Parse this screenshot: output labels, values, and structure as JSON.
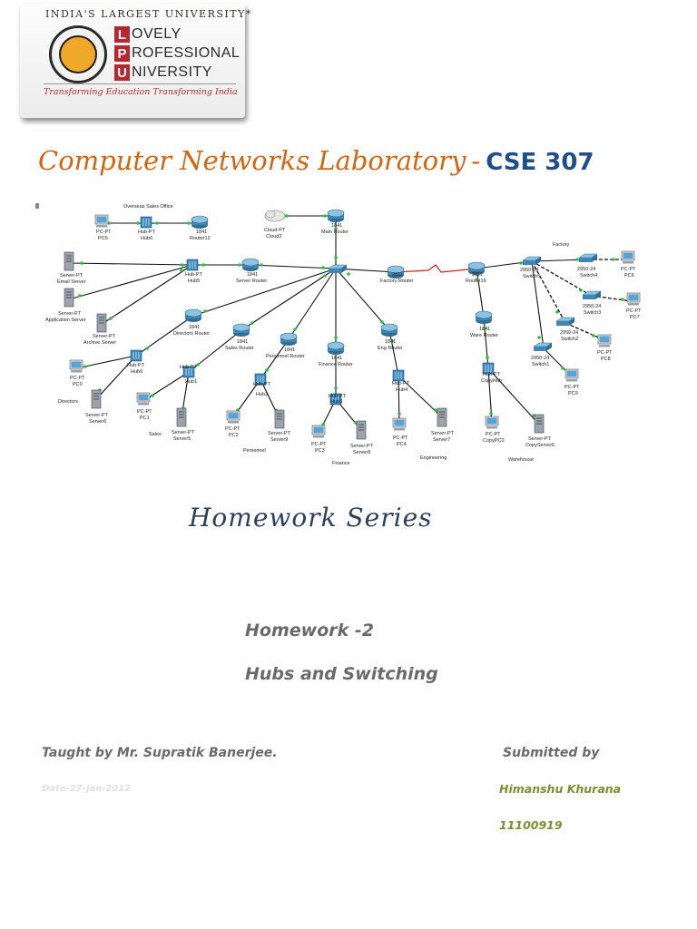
{
  "logo": {
    "tagline_top": "INDIA'S LARGEST UNIVERSITY*",
    "rows": [
      {
        "cap": "L",
        "rest": "OVELY"
      },
      {
        "cap": "P",
        "rest": "ROFESSIONAL"
      },
      {
        "cap": "U",
        "rest": "NIVERSITY"
      }
    ],
    "tagline_bottom": "Transforming Education Transforming India",
    "brand_red": "#b8272f"
  },
  "title": {
    "script_text": "Computer Networks Laboratory",
    "dash": "-",
    "course_code": "CSE 307",
    "script_color": "#d46410",
    "course_color": "#1f4f8a"
  },
  "diagram": {
    "groups": {
      "overseas": "Overseas Sales Office",
      "factory": "Factory",
      "directors": "Directors",
      "sales": "Sales",
      "personnel": "Personnel",
      "finance": "Finance",
      "engineering": "Engineering",
      "warehouse": "Warehouse"
    },
    "devices": {
      "pc5": [
        "PC-PT",
        "PC5"
      ],
      "hub6": [
        "Hub-PT",
        "Hub6"
      ],
      "router12": [
        "1841",
        "Router12"
      ],
      "cloud2": [
        "Cloud-PT",
        "Cloud2"
      ],
      "main_router": [
        "1841",
        "Main Router"
      ],
      "email_server": [
        "Server-PT",
        "Email Server"
      ],
      "hub5": [
        "Hub-PT",
        "Hub5"
      ],
      "server_router": [
        "1841",
        "Server Router"
      ],
      "core": [
        "",
        ""
      ],
      "factory_router": [
        "2811",
        "Factory Router"
      ],
      "router16": [
        "2811",
        "Router16"
      ],
      "switch5": [
        "2950-24",
        "Switch5"
      ],
      "switch4": [
        "2950-24",
        "Switch4"
      ],
      "pc6": [
        "PC-PT",
        "PC6"
      ],
      "switch3": [
        "2950-24",
        "Switch3"
      ],
      "pc7": [
        "PC-PT",
        "PC7"
      ],
      "switch2": [
        "2950-24",
        "Switch2"
      ],
      "pc8": [
        "PC-PT",
        "PC8"
      ],
      "switch1": [
        "2950-24",
        "Switch1"
      ],
      "pc9": [
        "PC-PT",
        "PC9"
      ],
      "app_server": [
        "Server-PT",
        "Application Server"
      ],
      "archive_server": [
        "Server-PT",
        "Archive Server"
      ],
      "directors_router": [
        "1841",
        "Directors Router"
      ],
      "sales_router": [
        "1841",
        "Sales Router"
      ],
      "personnel_router": [
        "1841",
        "Personnel Router"
      ],
      "finance_router": [
        "1841",
        "Finance Router"
      ],
      "eng_router": [
        "1841",
        "Eng Router"
      ],
      "ware_router": [
        "1841",
        "Ware Router"
      ],
      "hub0": [
        "Hub-PT",
        "Hub0"
      ],
      "pc0": [
        "PC-PT",
        "PC0"
      ],
      "server6": [
        "Server-PT",
        "Server6"
      ],
      "hub1": [
        "Hub-PT",
        "Hub1"
      ],
      "pc1": [
        "PC-PT",
        "PC1"
      ],
      "server5": [
        "Server-PT",
        "Server5"
      ],
      "hub2": [
        "Hub-PT",
        "Hub2"
      ],
      "pc2": [
        "PC-PT",
        "PC2"
      ],
      "server9": [
        "Server-PT",
        "Server9"
      ],
      "hub3": [
        "Hub-PT",
        "Hub3"
      ],
      "pc3": [
        "PC-PT",
        "PC3"
      ],
      "server8": [
        "Server-PT",
        "Server8"
      ],
      "hub4": [
        "Hub-PT",
        "Hub4"
      ],
      "pc4": [
        "PC-PT",
        "PC4"
      ],
      "server7": [
        "Server-PT",
        "Server7"
      ],
      "copyhub": [
        "Hub-PT",
        "CopyHub"
      ],
      "copypc0": [
        "PC-PT",
        "CopyPC0"
      ],
      "copyserver6": [
        "Server-PT",
        "CopyServer6"
      ]
    }
  },
  "series_title": "Homework  Series",
  "homework": {
    "number": "Homework -2",
    "topic": "Hubs and Switching"
  },
  "footer": {
    "taught_by": "Taught  by  Mr.  Supratik  Banerjee.",
    "submitted_by": "Submitted  by",
    "date": "Date-27-jan-2012",
    "student_name": "Himanshu Khurana",
    "student_id": "11100919"
  }
}
